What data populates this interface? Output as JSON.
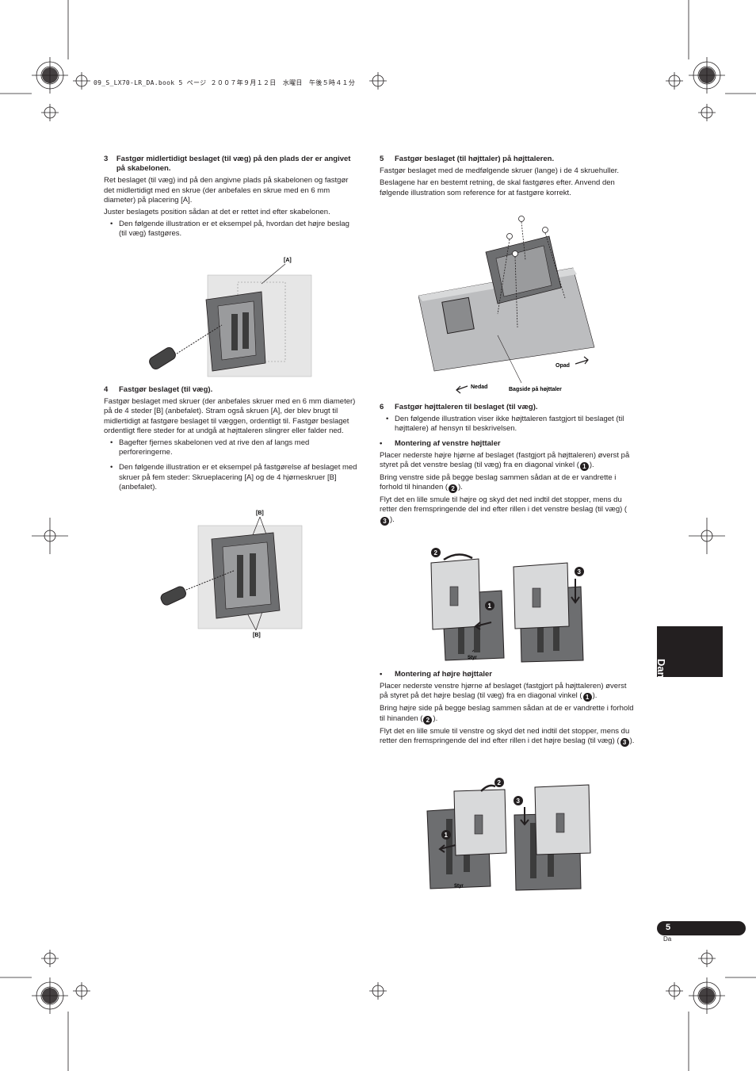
{
  "header": {
    "file_line": "09_S_LX70-LR_DA.book  5 ページ  ２００７年９月１２日　水曜日　午後５時４１分"
  },
  "left": {
    "step3": {
      "number": "3",
      "title": "Fastgør midlertidigt beslaget (til væg) på den plads der er angivet på skabelonen.",
      "p1": "Ret beslaget (til væg) ind på den angivne plads på skabelonen og fastgør det midlertidigt med en skrue (der anbefales en skrue med en 6 mm diameter) på placering [A].",
      "p2": "Juster beslagets position sådan at det er rettet ind efter skabelonen.",
      "bullet1": "Den følgende illustration er et eksempel på, hvordan det højre beslag (til væg) fastgøres.",
      "fig_label": "[A]"
    },
    "step4": {
      "number": "4",
      "title": "Fastgør beslaget (til væg).",
      "p1": "Fastgør beslaget med skruer (der anbefales skruer med en 6 mm diameter) på de 4 steder [B] (anbefalet). Stram også skruen [A], der blev brugt til midlertidigt at fastgøre beslaget til væggen, ordentligt til. Fastgør beslaget ordentligt flere steder for at undgå at højttaleren slingrer eller falder ned.",
      "bullet1": "Bagefter fjernes skabelonen ved at rive den af langs med perforeringerne.",
      "bullet2": "Den følgende illustration er et eksempel på fastgørelse af beslaget med skruer på fem steder: Skrueplacering [A] og de 4 hjørneskruer [B] (anbefalet).",
      "fig_label_top": "[B]",
      "fig_label_bottom": "[B]"
    }
  },
  "right": {
    "step5": {
      "number": "5",
      "title": "Fastgør beslaget (til højttaler) på højttaleren.",
      "p1": "Fastgør beslaget med de medfølgende skruer (lange) i de 4 skruehuller.",
      "p2": "Beslagene har en bestemt retning, de skal fastgøres efter. Anvend den følgende illustration som reference for at fastgøre korrekt.",
      "fig_up": "Opad",
      "fig_down": "Nedad",
      "fig_back": "Bagside på højttaler"
    },
    "step6": {
      "number": "6",
      "title": "Fastgør højttaleren til beslaget (til væg).",
      "bullet1": "Den følgende illustration viser ikke højttaleren fastgjort til beslaget (til højttalere) af hensyn til beskrivelsen."
    },
    "left_speaker": {
      "title": "Montering af venstre højttaler",
      "p1": "Placer nederste højre hjørne af beslaget (fastgjort på højttaleren) øverst på styret på det venstre beslag (til væg) fra en diagonal vinkel (",
      "p1_end": ").",
      "p2": "Bring venstre side på begge beslag sammen sådan at de er vandrette i forhold til hinanden (",
      "p2_end": ").",
      "p3": "Flyt det en lille smule til højre og skyd det ned indtil det stopper, mens du retter den fremspringende del ind efter rillen i det venstre beslag (til væg) (",
      "p3_end": ").",
      "fig_guide": "Styr"
    },
    "right_speaker": {
      "title": "Montering af højre højttaler",
      "p1": "Placer nederste venstre hjørne af beslaget (fastgjort på højttaleren) øverst på styret på det højre beslag (til væg) fra en diagonal vinkel (",
      "p1_end": ").",
      "p2": "Bring højre side på begge beslag sammen sådan at de er vandrette i forhold til hinanden (",
      "p2_end": ").",
      "p3": "Flyt det en lille smule til venstre og skyd det ned indtil det stopper, mens du retter den fremspringende del ind efter rillen i det højre beslag (til væg) (",
      "p3_end": ").",
      "fig_guide": "Styr"
    },
    "markers": {
      "one": "1",
      "two": "2",
      "three": "3"
    }
  },
  "side_tab": {
    "label": "Dansk"
  },
  "footer": {
    "page_number": "5",
    "page_lang": "Da"
  }
}
